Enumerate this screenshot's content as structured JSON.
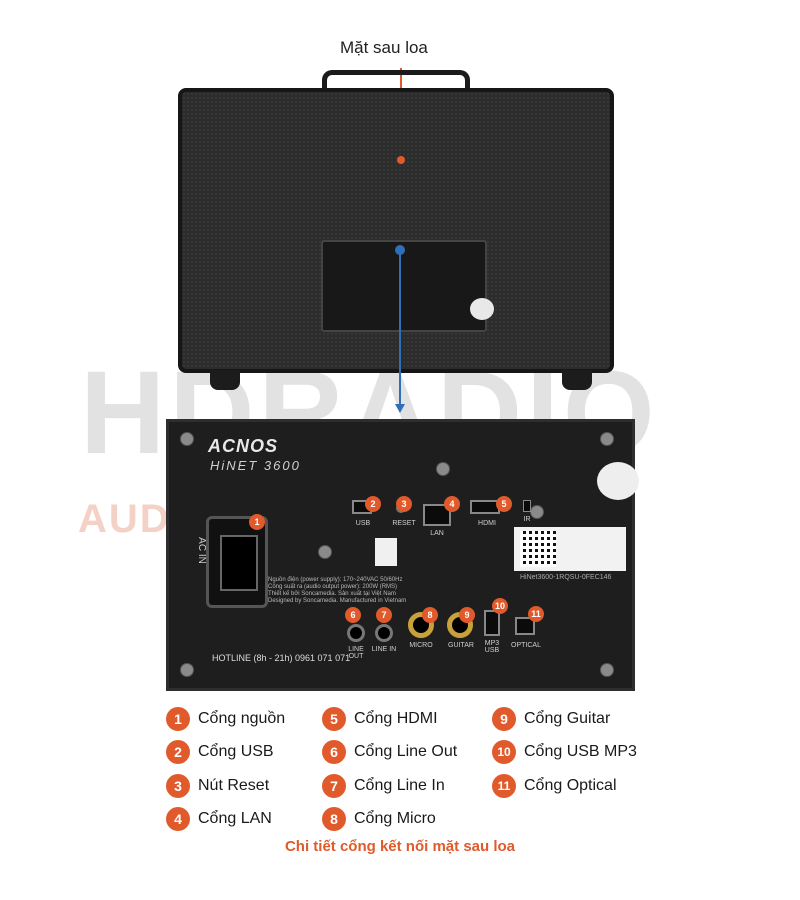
{
  "title_top": "Mặt sau loa",
  "watermark": {
    "brand": "HDRADIO",
    "sub": "AUDIO · KARAOKE"
  },
  "panel": {
    "brand": "ACNOS",
    "model": "HiNET 3600",
    "ac_label": "AC IN",
    "hotline": "HOTLINE (8h - 21h)  0961 071 071",
    "fineprint": "Nguồn điện (power supply): 170~240VAC 50/60Hz\nCông suất ra (audio output power): 200W (RMS)\nThiết kế bởi Soncamedia. Sản xuất tại Việt Nam\nDesigned by Soncamedia. Manufactured in Vietnam",
    "serial": "HiNet3600-1RQSU-0FEC146",
    "port_labels": {
      "usb": "USB",
      "reset": "RESET",
      "lan": "LAN",
      "hdmi": "HDMI",
      "ir": "IR",
      "line_out": "LINE OUT",
      "line_in": "LINE IN",
      "micro": "MICRO",
      "guitar": "GUITAR",
      "mp3_usb": "MP3 USB",
      "optical": "OPTICAL"
    }
  },
  "legend": [
    {
      "num": "1",
      "text": "Cổng nguồn"
    },
    {
      "num": "2",
      "text": "Cổng USB"
    },
    {
      "num": "3",
      "text": "Nút Reset"
    },
    {
      "num": "4",
      "text": "Cổng LAN"
    },
    {
      "num": "5",
      "text": "Cổng HDMI"
    },
    {
      "num": "6",
      "text": "Cổng Line Out"
    },
    {
      "num": "7",
      "text": "Cổng Line In"
    },
    {
      "num": "8",
      "text": "Cổng Micro"
    },
    {
      "num": "9",
      "text": "Cổng Guitar"
    },
    {
      "num": "10",
      "text": "Cổng USB MP3"
    },
    {
      "num": "11",
      "text": "Cổng Optical"
    }
  ],
  "caption": "Chi tiết cổng kết nối mặt sau loa",
  "colors": {
    "accent": "#e05a2b",
    "arrow": "#2f6fb5"
  }
}
